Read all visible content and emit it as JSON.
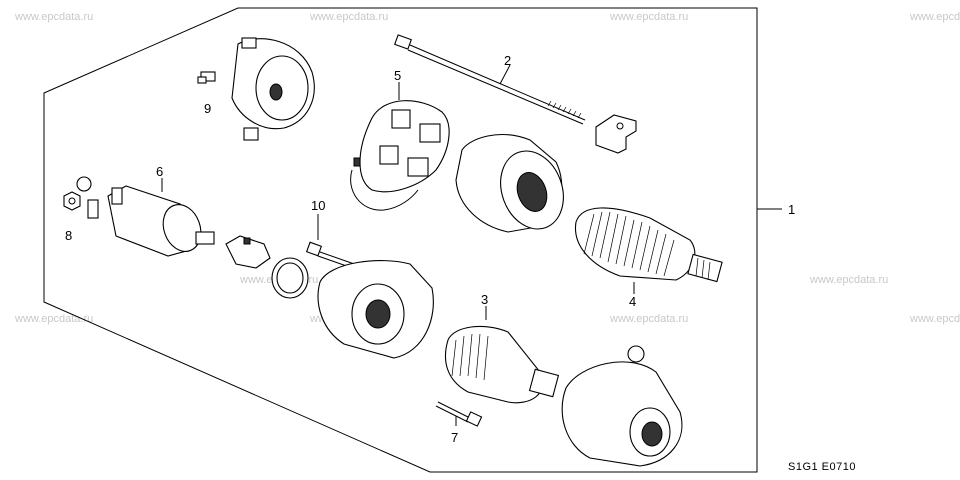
{
  "watermark": "www.epcdata.ru",
  "callouts": {
    "c1": "1",
    "c2": "2",
    "c3": "3",
    "c4": "4",
    "c5": "5",
    "c6": "6",
    "c7": "7",
    "c8": "8",
    "c9": "9",
    "c10": "10"
  },
  "diagram_code": "S1G1  E0710"
}
